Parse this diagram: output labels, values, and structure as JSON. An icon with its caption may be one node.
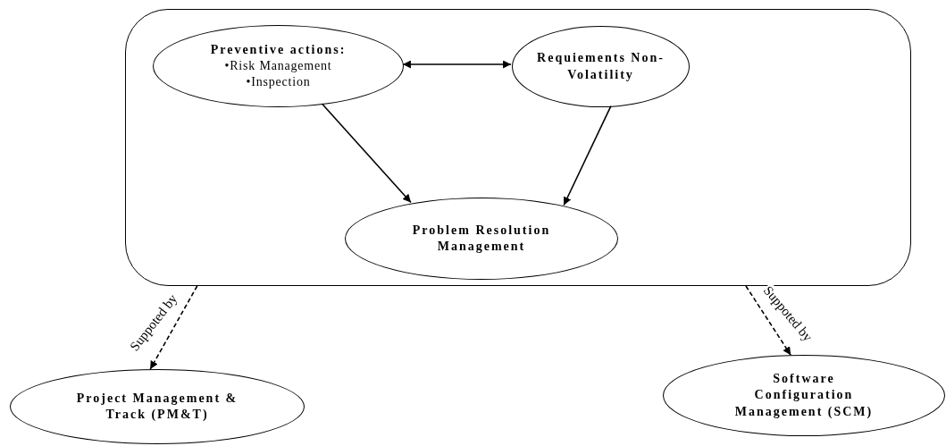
{
  "diagram": {
    "nodes": [
      {
        "text": [],
        "shape": "box"
      },
      {
        "text": [
          "Preventive actions:",
          "•Risk Management",
          "•Inspection"
        ],
        "in": 0
      },
      {
        "text": [
          "Requiements Non-Volatility"
        ],
        "in": 0
      },
      {
        "text": [
          "Problem Resolution Management"
        ],
        "in": 0
      },
      {
        "text": [
          "Project Management & Track (PM&T)"
        ]
      },
      {
        "text": [
          "Software Configuration Management (SCM)"
        ]
      }
    ],
    "edges": [
      {
        "from": 1,
        "to": 2,
        "arrow": "both"
      },
      {
        "from": 1,
        "to": 3,
        "arrow": "to"
      },
      {
        "from": 2,
        "to": 3,
        "arrow": "to"
      },
      {
        "from": 0,
        "to": 4,
        "arrow": "to",
        "label": "Suppoted by",
        "style": "dashed"
      },
      {
        "from": 0,
        "to": 5,
        "arrow": "to",
        "label": "Suppoted by",
        "style": "dashed"
      }
    ]
  }
}
